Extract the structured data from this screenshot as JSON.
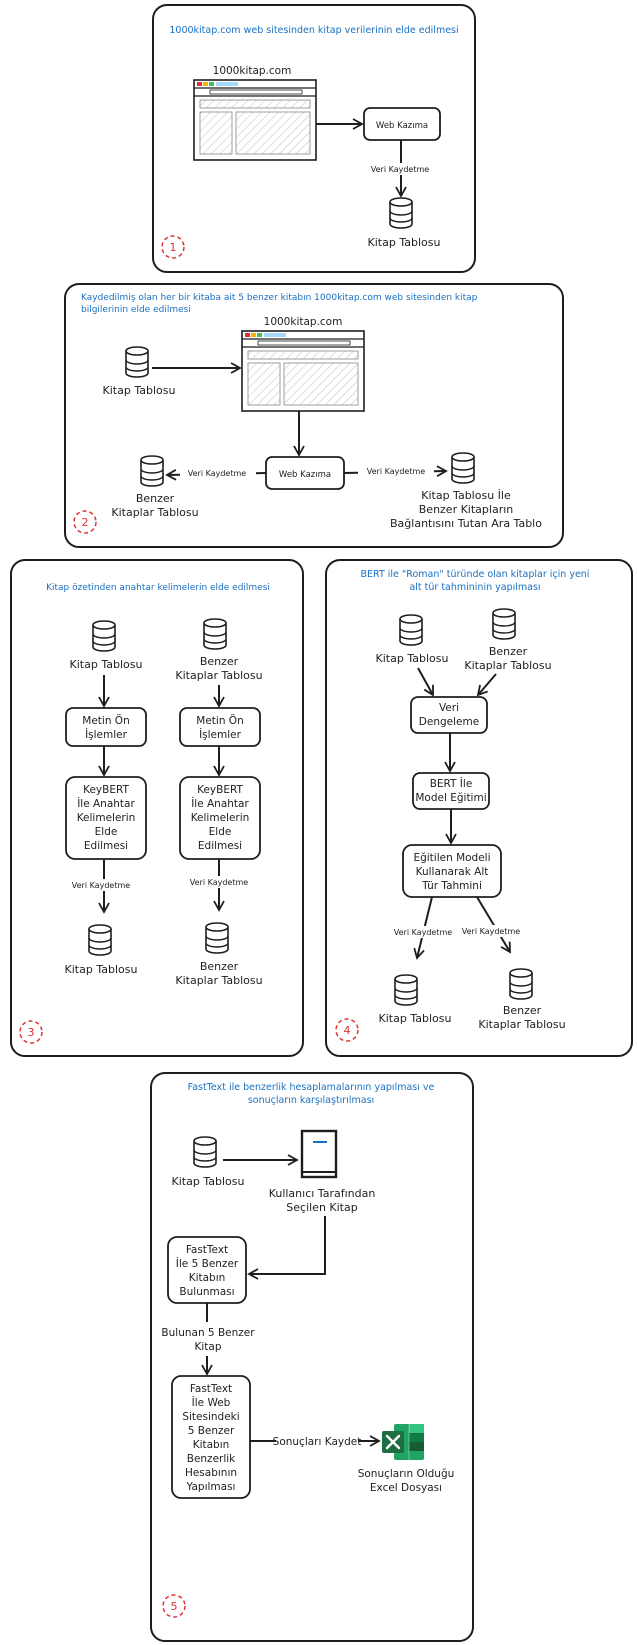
{
  "panel1": {
    "title": "1000kitap.com web sitesinden kitap verilerinin elde edilmesi",
    "browser_label": "1000kitap.com",
    "process": "Web Kazıma",
    "edge_label": "Veri Kaydetme",
    "db_label": "Kitap Tablosu",
    "step": "1"
  },
  "panel2": {
    "title_line1": "Kaydedilmiş olan her bir kitaba ait 5 benzer kitabın 1000kitap.com web sitesinden kitap",
    "title_line2": "bilgilerinin elde edilmesi",
    "browser_label": "1000kitap.com",
    "db_source": "Kitap Tablosu",
    "process": "Web Kazıma",
    "edge_left": "Veri Kaydetme",
    "edge_right": "Veri Kaydetme",
    "db_left_line1": "Benzer",
    "db_left_line2": "Kitaplar Tablosu",
    "db_right_line1": "Kitap Tablosu İle",
    "db_right_line2": "Benzer Kitapların",
    "db_right_line3": "Bağlantısını Tutan Ara Tablo",
    "step": "2"
  },
  "panel3": {
    "title": "Kitap özetinden anahtar kelimelerin elde edilmesi",
    "left_db": "Kitap Tablosu",
    "right_db_line1": "Benzer",
    "right_db_line2": "Kitaplar Tablosu",
    "preprocess_line1": "Metin Ön",
    "preprocess_line2": "İşlemler",
    "keybert_lines": [
      "KeyBERT",
      "İle Anahtar",
      "Kelimelerin",
      "Elde",
      "Edilmesi"
    ],
    "edge_label": "Veri Kaydetme",
    "left_out_db": "Kitap Tablosu",
    "right_out_db_line1": "Benzer",
    "right_out_db_line2": "Kitaplar Tablosu",
    "step": "3"
  },
  "panel4": {
    "title_line1": "BERT ile \"Roman\" türünde olan kitaplar için yeni",
    "title_line2": "alt tür tahmininin yapılması",
    "db_left": "Kitap Tablosu",
    "db_right_line1": "Benzer",
    "db_right_line2": "Kitaplar Tablosu",
    "balance_line1": "Veri",
    "balance_line2": "Dengeleme",
    "train_line1": "BERT İle",
    "train_line2": "Model Eğitimi",
    "predict_line1": "Eğitilen Modeli",
    "predict_line2": "Kullanarak Alt",
    "predict_line3": "Tür Tahmini",
    "edge_left": "Veri Kaydetme",
    "edge_right": "Veri Kaydetme",
    "out_left": "Kitap Tablosu",
    "out_right_line1": "Benzer",
    "out_right_line2": "Kitaplar Tablosu",
    "step": "4"
  },
  "panel5": {
    "title_line1": "FastText ile benzerlik hesaplamalarının yapılması ve",
    "title_line2": "sonuçların karşılaştırılması",
    "db": "Kitap Tablosu",
    "book_line1": "Kullanıcı Tarafından",
    "book_line2": "Seçilen Kitap",
    "find_lines": [
      "FastText",
      "İle 5 Benzer",
      "Kitabın",
      "Bulunması"
    ],
    "edge_found_line1": "Bulunan 5 Benzer",
    "edge_found_line2": "Kitap",
    "calc_lines": [
      "FastText",
      "İle Web",
      "Sitesindeki",
      "5 Benzer",
      "Kitabın",
      "Benzerlik",
      "Hesabının",
      "Yapılması"
    ],
    "edge_save": "Sonuçları Kaydet",
    "excel_line1": "Sonuçların Olduğu",
    "excel_line2": "Excel Dosyası",
    "excel_icon": "excel-icon",
    "step": "5"
  },
  "colors": {
    "title_blue": "#1971c2",
    "step_red": "#e03131",
    "stroke": "#1e1e1e",
    "excel_green": "#1d6f42"
  }
}
